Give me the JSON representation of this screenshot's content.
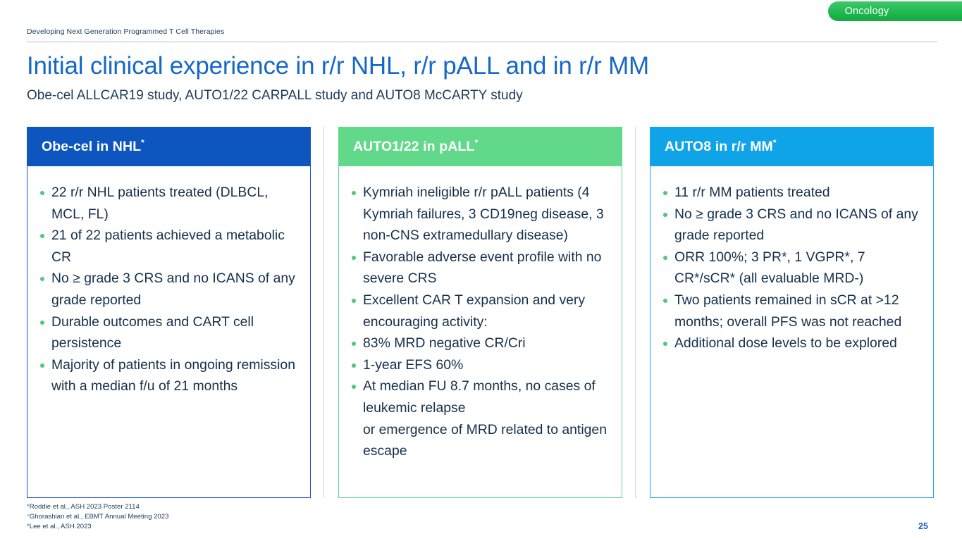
{
  "category_tag": {
    "label": "Oncology",
    "color": "#1eb94f"
  },
  "running_header": "Developing Next Generation Programmed T Cell Therapies",
  "title": "Initial clinical experience in r/r NHL, r/r pALL and in r/r MM",
  "subtitle": "Obe-cel ALLCAR19 study, AUTO1/22 CARPALL study and AUTO8 McCARTY study",
  "cards": [
    {
      "header": "Obe-cel in NHL",
      "header_sup": "*",
      "header_bg": "#0d56bf",
      "border_color": "#1a4fc4",
      "bullets": [
        "22 r/r NHL patients treated (DLBCL, MCL, FL)",
        "21 of 22 patients achieved a metabolic CR",
        "No ≥ grade 3 CRS and no ICANS of any grade reported",
        "Durable outcomes and CART cell persistence",
        "Majority of patients in ongoing remission with a median f/u of 21 months"
      ]
    },
    {
      "header": "AUTO1/22 in pALL",
      "header_sup": "*",
      "header_bg": "#62d98a",
      "border_color": "#62d98a",
      "bullets": [
        "Kymriah ineligible r/r pALL patients (4 Kymriah failures, 3 CD19neg disease, 3 non-CNS extramedullary disease)",
        "Favorable adverse event profile with no severe CRS",
        "Excellent CAR T expansion and very encouraging activity:",
        "83% MRD negative CR/Cri",
        "1-year EFS 60%",
        "At median FU 8.7 months, no cases of leukemic relapse\nor emergence of MRD related to antigen escape"
      ]
    },
    {
      "header": "AUTO8 in r/r MM",
      "header_sup": "*",
      "header_bg": "#0fa3e8",
      "border_color": "#17a5e8",
      "bullets": [
        "11 r/r MM patients treated",
        "No ≥ grade 3 CRS and no ICANS of any grade reported",
        "ORR 100%; 3 PR*, 1 VGPR*, 7 CR*/sCR* (all evaluable MRD-)",
        "Two patients remained in sCR at >12 months; overall PFS was not reached",
        "Additional dose levels to be explored"
      ]
    }
  ],
  "footnotes": [
    {
      "mark": "*",
      "text": "Roddie et al., ASH 2023 Poster 2114"
    },
    {
      "mark": "*",
      "text": "Ghorashian et al., EBMT Annual Meeting 2023"
    },
    {
      "mark": "*",
      "text": "Lee et al., ASH 2023"
    }
  ],
  "page_number": "25"
}
